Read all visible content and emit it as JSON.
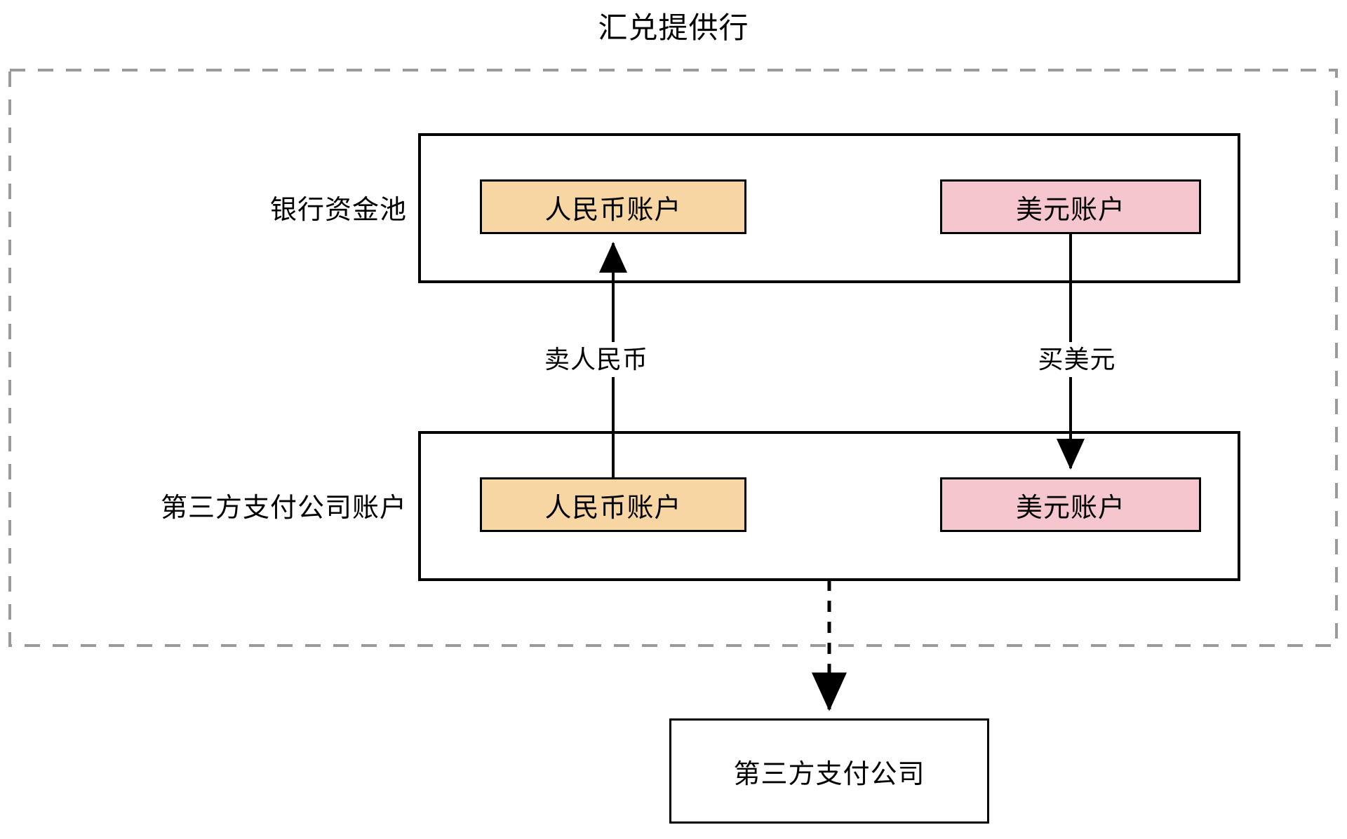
{
  "diagram": {
    "type": "flow-diagram",
    "title": "汇兑提供行",
    "outer_boundary": {
      "name": "汇兑提供行",
      "style": "dashed",
      "color": "#9a9a9a"
    },
    "containers": [
      {
        "id": "bank-pool",
        "label": "银行资金池",
        "accounts": [
          {
            "id": "bank-cny",
            "label": "人民币账户",
            "currency": "CNY",
            "fill": "#F8D6A3"
          },
          {
            "id": "bank-usd",
            "label": "美元账户",
            "currency": "USD",
            "fill": "#F6C6CE"
          }
        ]
      },
      {
        "id": "tpp-accounts",
        "label": "第三方支付公司账户",
        "accounts": [
          {
            "id": "tpp-cny",
            "label": "人民币账户",
            "currency": "CNY",
            "fill": "#F8D6A3"
          },
          {
            "id": "tpp-usd",
            "label": "美元账户",
            "currency": "USD",
            "fill": "#F6C6CE"
          }
        ]
      }
    ],
    "nodes": [
      {
        "id": "tpp-company",
        "label": "第三方支付公司",
        "fill": "#FFFFFF"
      }
    ],
    "edges": [
      {
        "id": "sell-cny",
        "label": "卖人民币",
        "from": "tpp-cny",
        "to": "bank-cny",
        "direction": "up",
        "style": "solid",
        "color": "#000000"
      },
      {
        "id": "buy-usd",
        "label": "买美元",
        "from": "bank-usd",
        "to": "tpp-usd",
        "direction": "down",
        "style": "solid",
        "color": "#000000"
      },
      {
        "id": "tpp-settlement",
        "label": "",
        "from": "tpp-accounts",
        "to": "tpp-company",
        "direction": "down",
        "style": "dashed",
        "color": "#000000"
      }
    ],
    "colors": {
      "cny_fill": "#F8D6A3",
      "usd_fill": "#F6C6CE",
      "stroke": "#000000",
      "boundary": "#9a9a9a",
      "background": "#FFFFFF"
    }
  }
}
